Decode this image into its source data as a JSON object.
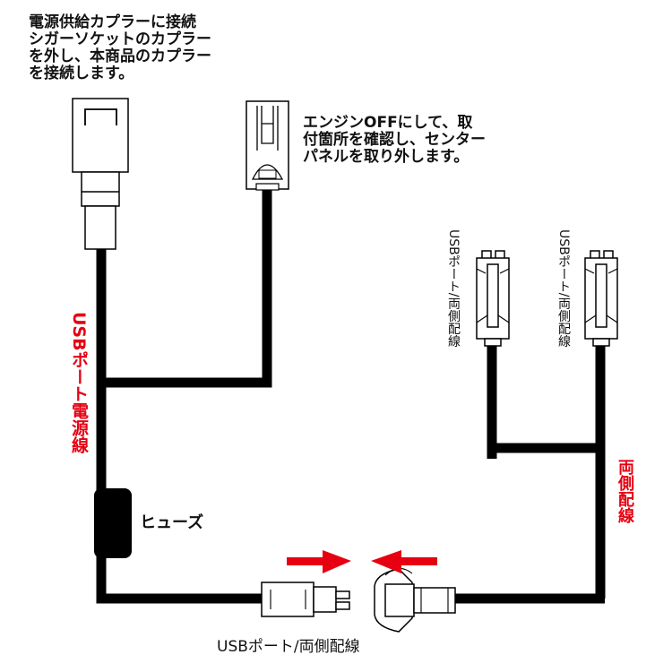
{
  "notes": {
    "top_left": [
      "電源供給カプラーに接続",
      "シガーソケットのカプラー",
      "を外し、本商品のカプラー",
      "を接続します。"
    ],
    "top_right": [
      "エンジンOFFにして、取",
      "付箇所を確認し、センター",
      "パネルを取り外します。"
    ]
  },
  "labels": {
    "main_cable": "USBポート電源線",
    "fuse": "ヒューズ",
    "usb_port_left": "USBポート/両側配線",
    "usb_port_right": "USBポート/両側配線",
    "branch_cable": "両側配線",
    "bottom_connector": "USBポート/両側配線"
  },
  "colors": {
    "cable": "#000000",
    "label_red": "#e60012",
    "arrow_red": "#e60012",
    "text": "#111111"
  },
  "icons": [
    "power-coupler-connector",
    "cigar-socket-coupler",
    "usb-port-connector",
    "fuse-block",
    "connect-arrow-right",
    "connect-arrow-left"
  ]
}
